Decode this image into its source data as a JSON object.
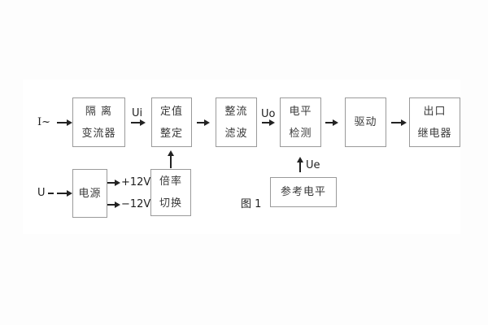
{
  "figure": {
    "caption": "图 1",
    "type": "functional-block-diagram"
  },
  "colors": {
    "background": "#fdfdfd",
    "panel": "#ffffff",
    "box_border": "#9a9a9a",
    "box_text": "#3a3a3a",
    "arrow": "#222222"
  },
  "blocks": {
    "isolation": {
      "line1": "隔 离",
      "line2": "变流器"
    },
    "setting": {
      "line1": "定值",
      "line2": "整定"
    },
    "rectifier": {
      "line1": "整流",
      "line2": "滤波"
    },
    "level": {
      "line1": "电平",
      "line2": "检测"
    },
    "driver": {
      "line1": "驱动"
    },
    "relay": {
      "line1": "出口",
      "line2": "继电器"
    },
    "power": {
      "line1": "电源"
    },
    "ratio": {
      "line1": "倍率",
      "line2": "切换"
    },
    "reference": {
      "line1": "参考电平"
    }
  },
  "labels": {
    "input_current": "I~",
    "input_voltage": "U",
    "ui": "Ui",
    "uo": "Uo",
    "ue": "Ue",
    "plus12v": "+12V",
    "minus12v": "−12V"
  }
}
